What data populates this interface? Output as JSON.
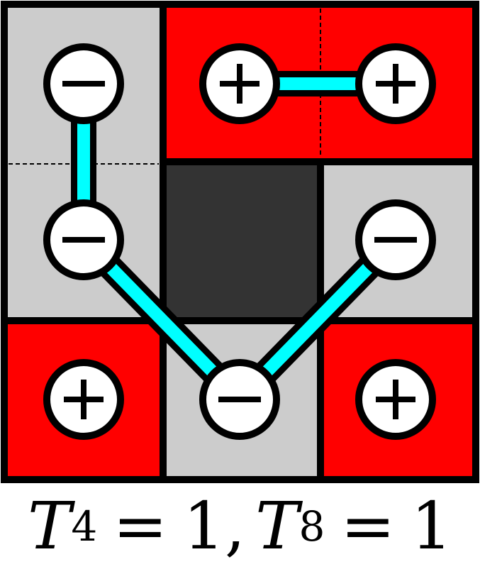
{
  "colors": {
    "cell_red": "#ff0000",
    "cell_gray": "#cccccc",
    "cell_dark": "#333333",
    "bond": "#00ffff",
    "outline": "#000000",
    "charge_fill": "#ffffff"
  },
  "cells": [
    {
      "id": "top-left",
      "color": "gray"
    },
    {
      "id": "top-right",
      "color": "red"
    },
    {
      "id": "middle-left",
      "color": "gray"
    },
    {
      "id": "middle-center",
      "color": "dark"
    },
    {
      "id": "middle-right",
      "color": "gray"
    },
    {
      "id": "bottom-left",
      "color": "red"
    },
    {
      "id": "bottom-center",
      "color": "gray"
    },
    {
      "id": "bottom-right",
      "color": "red"
    }
  ],
  "charges": [
    {
      "id": "top-left-upper",
      "symbol": "minus"
    },
    {
      "id": "top-right-left",
      "symbol": "plus"
    },
    {
      "id": "top-right-right",
      "symbol": "plus"
    },
    {
      "id": "top-left-lower",
      "symbol": "minus"
    },
    {
      "id": "middle-right",
      "symbol": "minus"
    },
    {
      "id": "bottom-left",
      "symbol": "plus"
    },
    {
      "id": "bottom-center",
      "symbol": "minus"
    },
    {
      "id": "bottom-right",
      "symbol": "plus"
    }
  ],
  "bonds": [
    {
      "from": "top-left-upper",
      "to": "top-left-lower"
    },
    {
      "from": "top-right-left",
      "to": "top-right-right"
    },
    {
      "from": "top-left-lower",
      "to": "bottom-center"
    },
    {
      "from": "bottom-center",
      "to": "middle-right"
    }
  ],
  "caption": {
    "t4_var": "T",
    "t4_sub": "4",
    "t4_eq": "=",
    "t4_val": "1",
    "sep": ",",
    "t8_var": "T",
    "t8_sub": "8",
    "t8_eq": "=",
    "t8_val": "1"
  }
}
